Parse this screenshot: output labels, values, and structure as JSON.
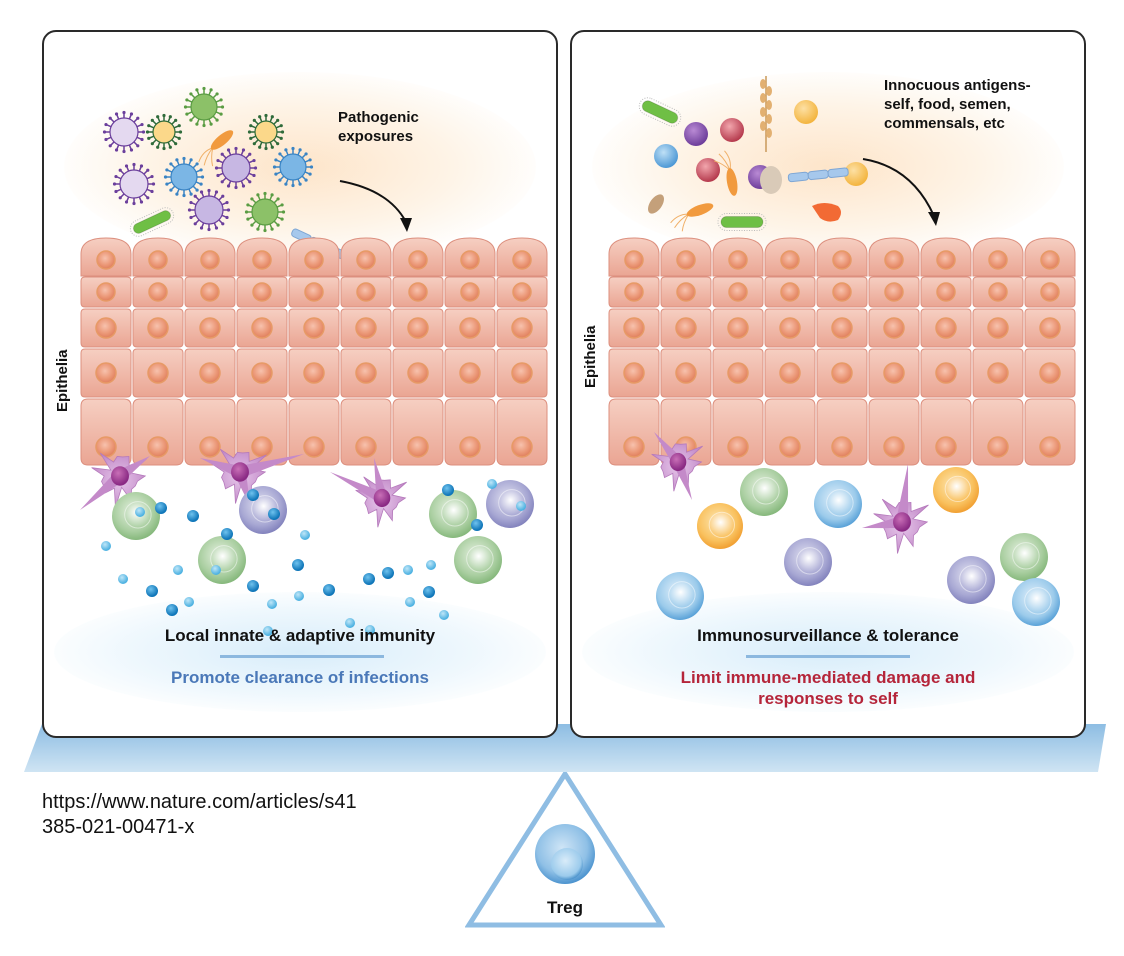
{
  "left_panel": {
    "exposure_label_line1": "Pathogenic",
    "exposure_label_line2": "exposures",
    "epithelia_label": "Epithelia",
    "title": "Local innate & adaptive immunity",
    "subtitle": "Promote clearance of infections",
    "subtitle_color": "#4a78b8",
    "antigens": [
      "virus-purple",
      "virus-yellow",
      "virus-green",
      "virus-blue",
      "bacterium-orange",
      "bacterium-green",
      "bacillus-blue"
    ],
    "immune_cells": [
      "dendritic-cell",
      "dendritic-cell",
      "dendritic-cell",
      "lymphocyte-green",
      "lymphocyte-green",
      "lymphocyte-green",
      "lymphocyte-green",
      "lymphocyte-purple",
      "lymphocyte-purple"
    ]
  },
  "right_panel": {
    "exposure_label_line1": "Innocuous antigens-",
    "exposure_label_line2": "self, food, semen,",
    "exposure_label_line3": "commensals, etc",
    "epithelia_label": "Epithelia",
    "title": "Immunosurveillance & tolerance",
    "subtitle_line1": "Limit immune-mediated damage and",
    "subtitle_line2": "responses to self",
    "subtitle_color": "#b5253a",
    "antigens": [
      "bacterium-green",
      "particle-purple",
      "particle-red",
      "particle-blue",
      "wheat",
      "particle-yellow",
      "bacillus-blue",
      "peanut",
      "bacterium-orange",
      "egg",
      "shrimp"
    ],
    "immune_cells": [
      "dendritic-cell",
      "dendritic-cell",
      "lymphocyte-green",
      "lymphocyte-green",
      "lymphocyte-blue",
      "lymphocyte-blue",
      "lymphocyte-blue",
      "lymphocyte-orange",
      "lymphocyte-orange",
      "lymphocyte-purple",
      "lymphocyte-purple"
    ]
  },
  "fulcrum": {
    "label": "Treg"
  },
  "source_url_line1": "https://www.nature.com/articles/s41",
  "source_url_line2": "385-021-00471-x",
  "colors": {
    "epithelium": "#efab9a",
    "nucleus": "#e8896a",
    "beam": "#a9cfec",
    "dendritic": "#c98fce"
  }
}
